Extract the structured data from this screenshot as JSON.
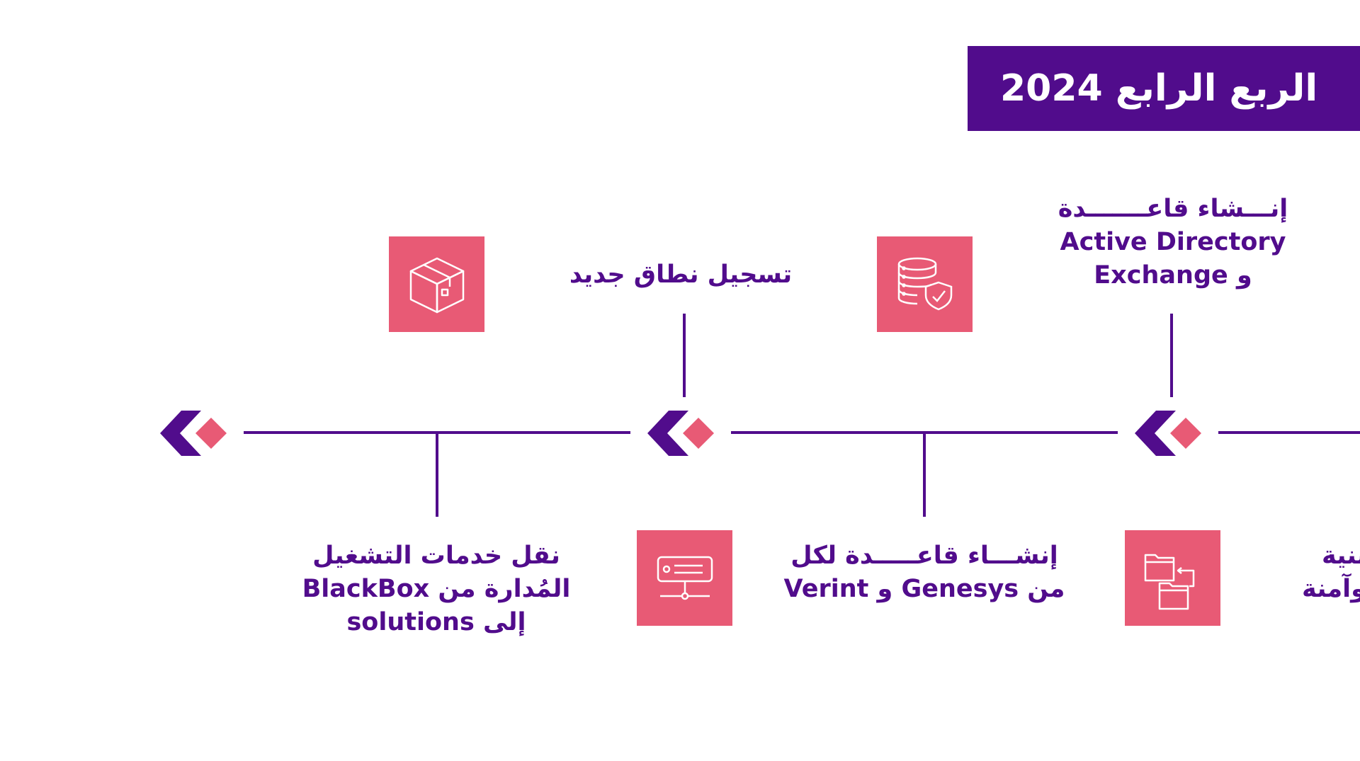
{
  "header": {
    "title": "الربع الرابع 2024"
  },
  "colors": {
    "purple": "#510C8C",
    "pink": "#E85A75"
  },
  "milestones_top": [
    {
      "icon": "package-box-icon"
    },
    {
      "label_lines": [
        "تسجيل نطاق جديد"
      ]
    },
    {
      "icon": "database-shield-icon"
    },
    {
      "label_lines": [
        "إنـــشاء قاعـــــــدة",
        "Active Directory",
        "Exchange و"
      ]
    }
  ],
  "milestones_bottom": [
    {
      "label_lines": [
        "نقل خدمات التشغيل",
        "المُدارة من BlackBox",
        "إلى solutions"
      ]
    },
    {
      "icon": "server-network-icon"
    },
    {
      "label_lines": [
        "إنشـــاء قاعـــــدة لكل",
        "من Genesys و Verint"
      ]
    },
    {
      "icon": "folder-transfer-icon"
    },
    {
      "label_lines": [
        "بنية",
        "وآمنة"
      ]
    }
  ]
}
